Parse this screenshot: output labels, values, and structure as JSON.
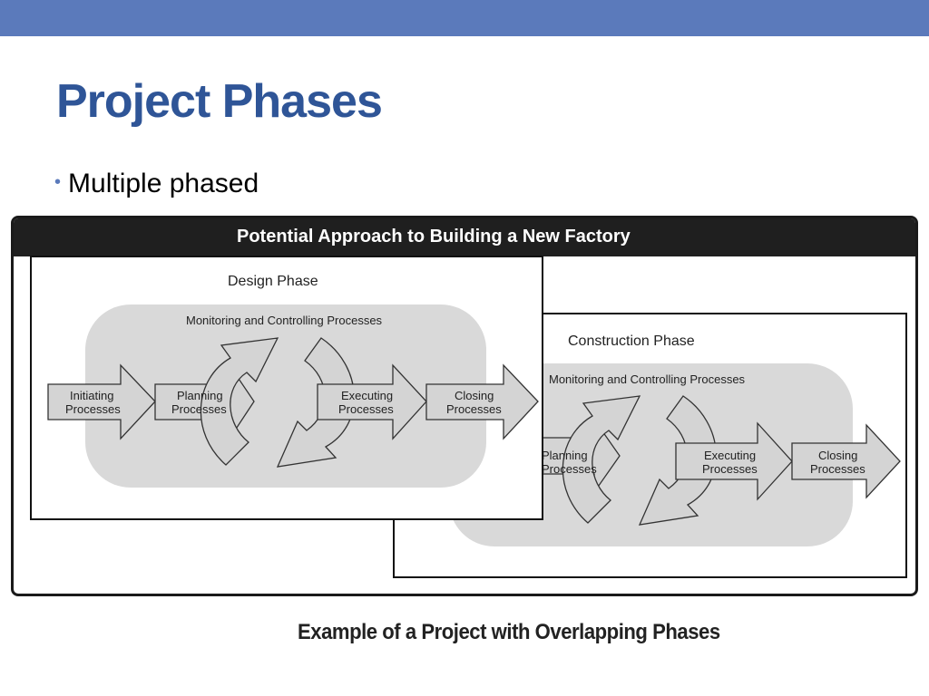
{
  "slide": {
    "title": "Project Phases",
    "bullet": "Multiple phased"
  },
  "figure": {
    "header": "Potential Approach to Building a New Factory",
    "caption": "Example of a Project with Overlapping Phases",
    "design_phase": {
      "title": "Design Phase",
      "monitoring": "Monitoring and Controlling Processes",
      "initiating": [
        "Initiating",
        "Processes"
      ],
      "planning": [
        "Planning",
        "Processes"
      ],
      "executing": [
        "Executing",
        "Processes"
      ],
      "closing": [
        "Closing",
        "Processes"
      ]
    },
    "construction_phase": {
      "title": "Construction Phase",
      "monitoring": "Monitoring and Controlling Processes",
      "planning": [
        "Planning",
        "Processes"
      ],
      "executing": [
        "Executing",
        "Processes"
      ],
      "closing": [
        "Closing",
        "Processes"
      ]
    }
  },
  "colors": {
    "title": "#2f5597",
    "top_bar": "#5b7abb",
    "header_bg": "#1f1f1f",
    "cloud": "#d9d9d9",
    "arrow_fill": "#d4d4d4"
  }
}
